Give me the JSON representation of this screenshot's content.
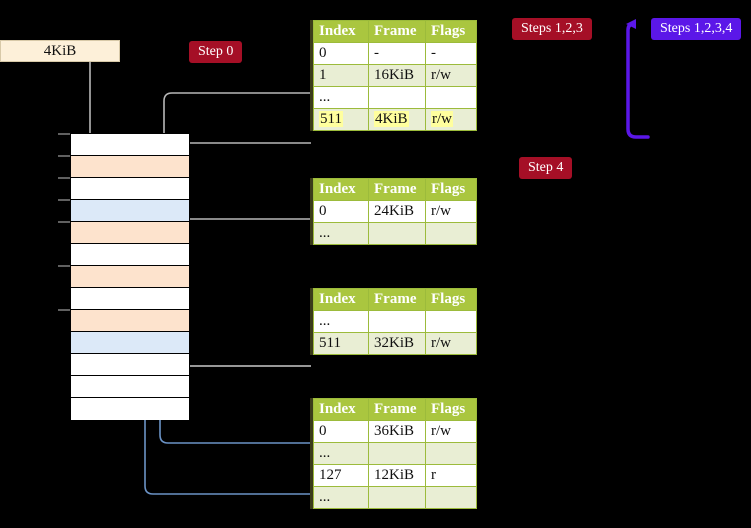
{
  "diagram": {
    "title_badges": {
      "step0": "Step 0",
      "steps123": "Steps 1,2,3",
      "steps1234": "Steps 1,2,3,4",
      "step4": "Step 4"
    },
    "memory_box": {
      "label": "4KiB"
    },
    "colors": {
      "badge_red": "#a50f26",
      "badge_violet": "#5b17e8",
      "table_header": "#aac63f",
      "table_alt_row": "#e9eed4",
      "highlight": "#ffff9e",
      "mem_peach": "#fde3cd",
      "mem_blue": "#dce9f8",
      "kib_box": "#fdf0d9",
      "arrow_gray": "#b8b8b8",
      "arrow_blue": "#6b93c6"
    },
    "memory_rows": [
      {
        "fill": "white"
      },
      {
        "fill": "peach"
      },
      {
        "fill": "white"
      },
      {
        "fill": "blue"
      },
      {
        "fill": "peach"
      },
      {
        "fill": "white"
      },
      {
        "fill": "peach"
      },
      {
        "fill": "white"
      },
      {
        "fill": "peach"
      },
      {
        "fill": "blue"
      },
      {
        "fill": "white"
      },
      {
        "fill": "white"
      },
      {
        "fill": "white"
      }
    ],
    "tables": [
      {
        "name": "pml4-table",
        "headers": [
          "Index",
          "Frame",
          "Flags"
        ],
        "rows": [
          {
            "style": "plain",
            "cells": [
              "0",
              "-",
              "-"
            ],
            "highlight": false
          },
          {
            "style": "alt",
            "cells": [
              "1",
              "16KiB",
              "r/w"
            ],
            "highlight": false
          },
          {
            "style": "plain",
            "cells": [
              "...",
              "",
              ""
            ],
            "highlight": false
          },
          {
            "style": "alt",
            "cells": [
              "511",
              "4KiB",
              "r/w"
            ],
            "highlight": true
          }
        ]
      },
      {
        "name": "pdp-table",
        "headers": [
          "Index",
          "Frame",
          "Flags"
        ],
        "rows": [
          {
            "style": "plain",
            "cells": [
              "0",
              "24KiB",
              "r/w"
            ],
            "highlight": false
          },
          {
            "style": "alt",
            "cells": [
              "...",
              "",
              ""
            ],
            "highlight": false
          }
        ]
      },
      {
        "name": "pd-table",
        "headers": [
          "Index",
          "Frame",
          "Flags"
        ],
        "rows": [
          {
            "style": "plain",
            "cells": [
              "...",
              "",
              ""
            ],
            "highlight": false
          },
          {
            "style": "alt",
            "cells": [
              "511",
              "32KiB",
              "r/w"
            ],
            "highlight": false
          }
        ]
      },
      {
        "name": "pt-table",
        "headers": [
          "Index",
          "Frame",
          "Flags"
        ],
        "rows": [
          {
            "style": "plain",
            "cells": [
              "0",
              "36KiB",
              "r/w"
            ],
            "highlight": false
          },
          {
            "style": "alt",
            "cells": [
              "...",
              "",
              ""
            ],
            "highlight": false
          },
          {
            "style": "plain",
            "cells": [
              "127",
              "12KiB",
              "r"
            ],
            "highlight": false
          },
          {
            "style": "alt",
            "cells": [
              "...",
              "",
              ""
            ],
            "highlight": false
          }
        ]
      }
    ]
  }
}
